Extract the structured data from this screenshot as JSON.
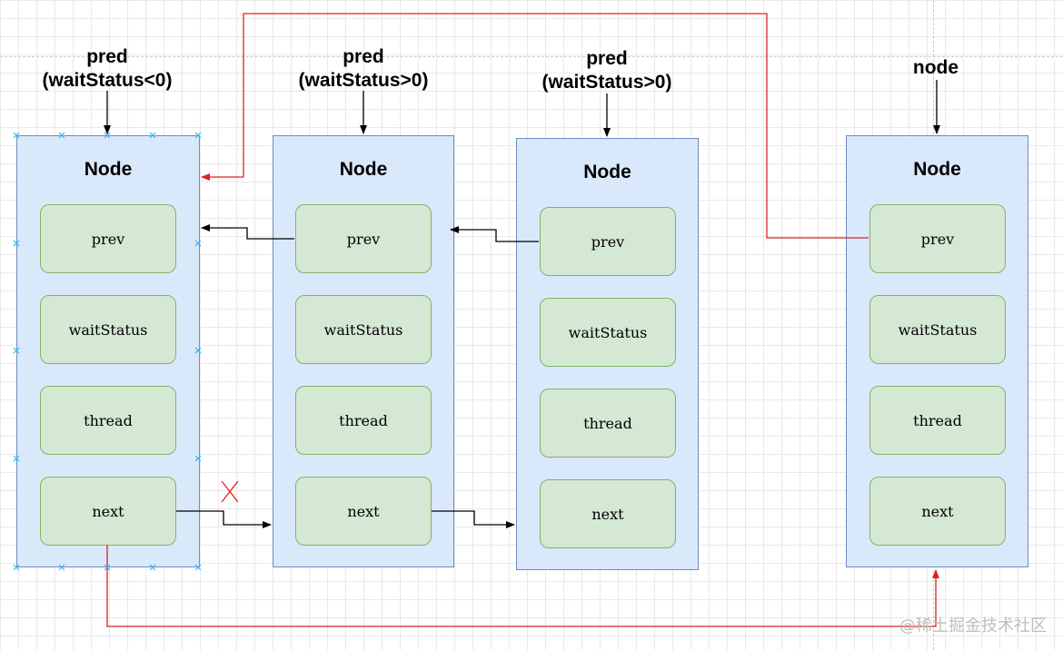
{
  "labels": {
    "pred1": {
      "line1": "pred",
      "line2": "(waitStatus<0)"
    },
    "pred2": {
      "line1": "pred",
      "line2": "(waitStatus>0)"
    },
    "pred3": {
      "line1": "pred",
      "line2": "(waitStatus>0)"
    },
    "node": {
      "line1": "node"
    }
  },
  "nodes": [
    {
      "title": "Node",
      "fields": [
        "prev",
        "waitStatus",
        "thread",
        "next"
      ]
    },
    {
      "title": "Node",
      "fields": [
        "prev",
        "waitStatus",
        "thread",
        "next"
      ]
    },
    {
      "title": "Node",
      "fields": [
        "prev",
        "waitStatus",
        "thread",
        "next"
      ]
    },
    {
      "title": "Node",
      "fields": [
        "prev",
        "waitStatus",
        "thread",
        "next"
      ]
    }
  ],
  "colors": {
    "node_fill": "#dae8fc",
    "node_border": "#6c8ebf",
    "field_fill": "#d5e8d4",
    "field_border": "#82b366",
    "arrow_black": "#000000",
    "arrow_red": "#e02020",
    "selection_marks": "#29b6f6"
  },
  "watermark": "@稀土掘金技术社区"
}
